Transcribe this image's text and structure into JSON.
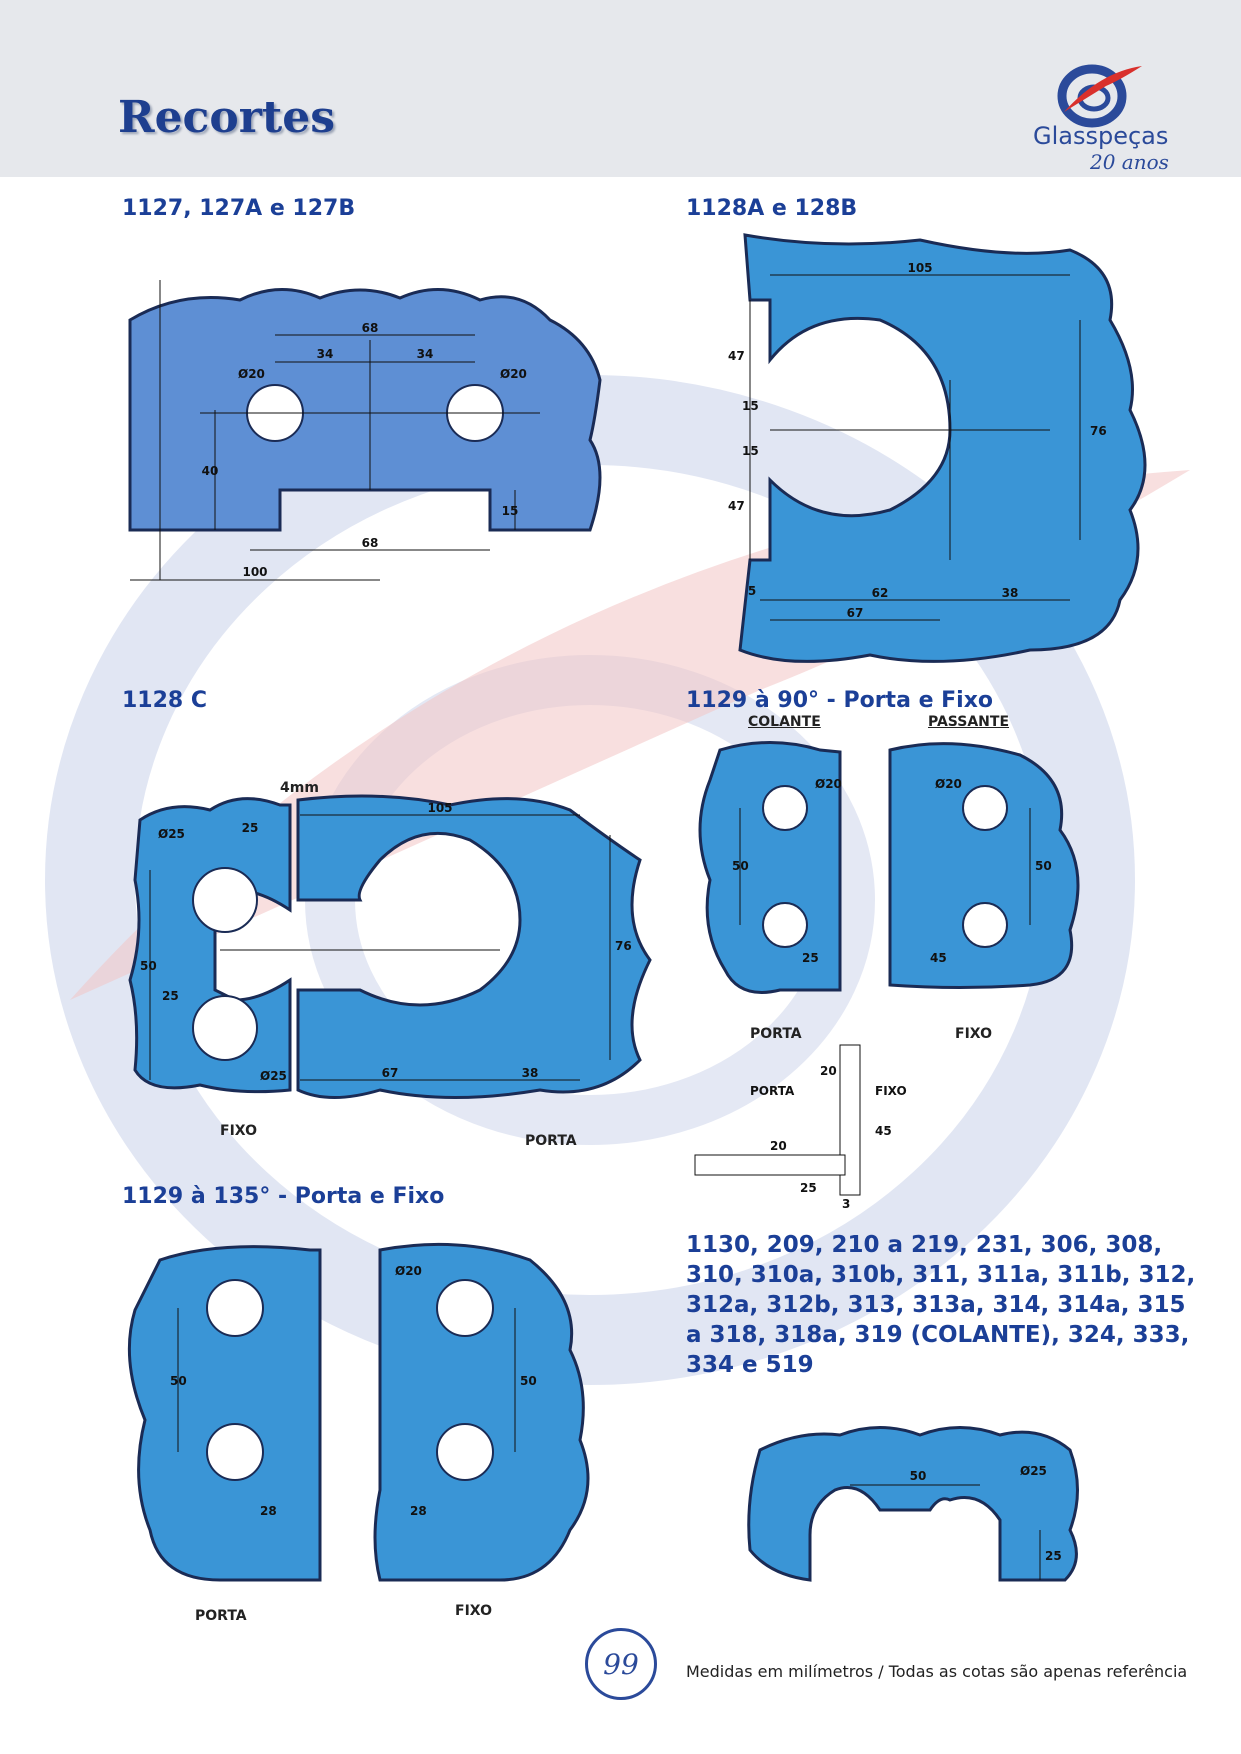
{
  "header": {
    "title": "Recortes",
    "logo_name": "Glasspeças",
    "logo_years": "20 anos"
  },
  "sections": {
    "s1": {
      "title": "1127, 127A e 127B"
    },
    "s2": {
      "title": "1128A e 128B"
    },
    "s3": {
      "title": "1128 C"
    },
    "s4": {
      "title": "1129 à 90° - Porta e Fixo",
      "colante": "COLANTE",
      "passante": "PASSANTE"
    },
    "s5": {
      "title": "1129 à 135° - Porta e Fixo"
    },
    "s6": {
      "title": "1130, 209, 210 a 219, 231, 306, 308, 310, 310a, 310b, 311, 311a, 311b, 312, 312a, 312b, 313, 313a, 314, 314a, 315 a 318, 318a, 319 (COLANTE), 324, 333, 334 e 519"
    }
  },
  "labels": {
    "porta": "PORTA",
    "fixo": "FIXO",
    "gap": "4mm"
  },
  "dims": {
    "d68": "68",
    "d34": "34",
    "d40": "40",
    "d15": "15",
    "d100": "100",
    "d20": "Ø20",
    "d25": "Ø25",
    "d105": "105",
    "d47": "47",
    "d76": "76",
    "d5": "5",
    "d62": "62",
    "d38": "38",
    "d67": "67",
    "d50": "50",
    "d25n": "25",
    "d45": "45",
    "d28": "28",
    "d20n": "20",
    "d3": "3"
  },
  "footer": {
    "page_number": "99",
    "note": "Medidas em milímetros / Todas as cotas são apenas referência"
  },
  "colors": {
    "header_bg": "#e6e8ec",
    "title_blue": "#1b3f97",
    "glass_blue": "#3a95d6",
    "glass_dark": "#2f79bd",
    "logo_red": "#d9302c"
  }
}
